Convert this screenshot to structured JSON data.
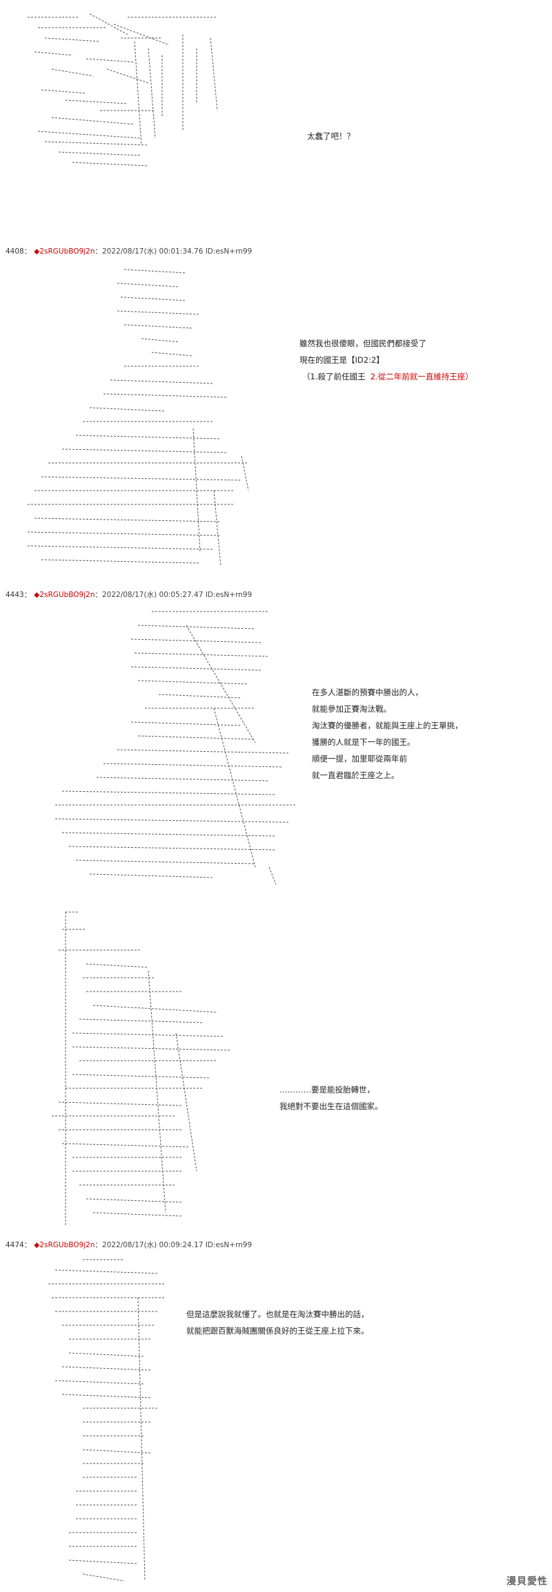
{
  "block1": {
    "dialog": "太蠢了吧！？"
  },
  "block2": {
    "header": {
      "num": "4408：",
      "diamond": "◆",
      "trip": "2sRGUbBO9j2n",
      "meta": "：2022/08/17(水) 00:01:34.76 ID:esN+rn99"
    },
    "lines": [
      "雖然我也很傻眼，但國民們都接受了",
      "現在的國王是【ID2:2】",
      "（1.殺了前任國王",
      "2.從二年前就一直維持王座）"
    ]
  },
  "block3": {
    "header": {
      "num": "4443：",
      "diamond": "◆",
      "trip": "2sRGUbBO9j2n",
      "meta": "：2022/08/17(水) 00:05:27.47 ID:esN+rn99"
    },
    "lines": [
      "在多人湛斷的預賽中勝出的人，",
      "就能參加正賽淘汰戰。",
      "淘汰賽的優勝者，就能與王座上的王單挑，",
      "獲勝的人就是下一年的國王。",
      "順便一提，加里耶從兩年前",
      "就一直君臨於王座之上。"
    ]
  },
  "block4": {
    "lines": [
      "…………要是能投胎轉世，",
      "我絕對不要出生在這個國家。"
    ]
  },
  "block5": {
    "header": {
      "num": "4474：",
      "diamond": "◆",
      "trip": "2sRGUbBO9j2n",
      "meta": "：2022/08/17(水) 00:09:24.17 ID:esN+rn99"
    },
    "lines": [
      "但是這麼說我就懂了。也就是在淘汰賽中勝出的話，",
      "就能把跟百獸海賊團關係良好的王從王座上拉下來。"
    ]
  },
  "watermark": "漫貝愛性"
}
